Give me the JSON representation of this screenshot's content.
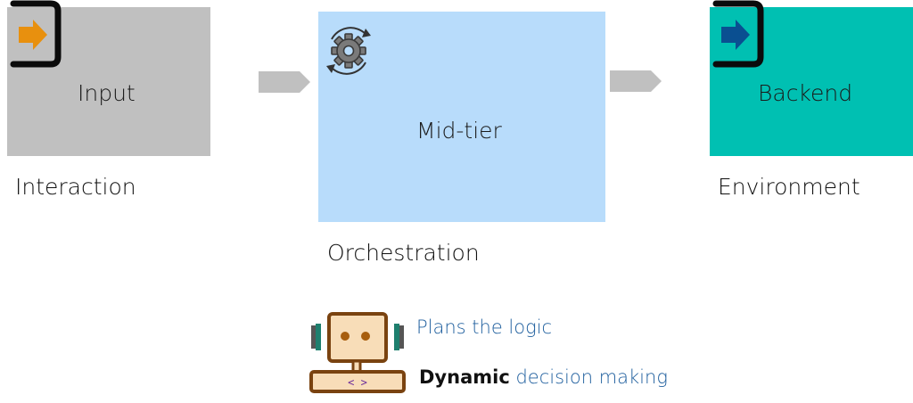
{
  "input": {
    "title": "Input",
    "caption": "Interaction",
    "fill": "#c0c0c0",
    "icon": "arrow-right-icon",
    "icon_color": "#e8900e"
  },
  "mid": {
    "title": "Mid-tier",
    "caption": "Orchestration",
    "fill": "#b8dcfb",
    "icon": "gear-sync-icon"
  },
  "backend": {
    "title": "Backend",
    "caption": "Environment",
    "fill": "#00c0b2",
    "icon": "arrow-right-icon",
    "icon_color": "#0a4f91"
  },
  "connector_color": "#c0c0c0",
  "agent": {
    "icon": "robot-agent-icon",
    "code_glyph": "< >",
    "line1": "Plans the logic",
    "line2_bold": "Dynamic",
    "line2_rest": " decision making",
    "note_color": "#1f5f9e"
  }
}
